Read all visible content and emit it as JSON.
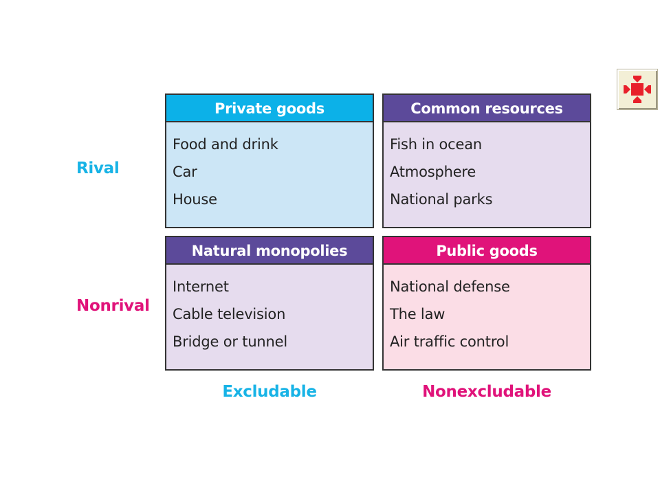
{
  "rows": [
    {
      "label": "Rival",
      "color": "#17b3e6"
    },
    {
      "label": "Nonrival",
      "color": "#e0137a"
    }
  ],
  "columns": [
    {
      "label": "Excludable",
      "color": "#17b3e6"
    },
    {
      "label": "Nonexcludable",
      "color": "#e0137a"
    }
  ],
  "quadrants": {
    "private_goods": {
      "title": "Private goods",
      "header_color": "#0cb1e8",
      "body_color": "#cce6f6",
      "items": [
        "Food and drink",
        "Car",
        "House"
      ]
    },
    "common_resources": {
      "title": "Common resources",
      "header_color": "#5c4a9a",
      "body_color": "#e6dcee",
      "items": [
        "Fish in ocean",
        "Atmosphere",
        "National parks"
      ]
    },
    "natural_monopolies": {
      "title": "Natural monopolies",
      "header_color": "#5c4a9a",
      "body_color": "#e6dcee",
      "items": [
        "Internet",
        "Cable television",
        "Bridge or tunnel"
      ]
    },
    "public_goods": {
      "title": "Public goods",
      "header_color": "#e0137a",
      "body_color": "#fbdde6",
      "items": [
        "National defense",
        "The law",
        "Air traffic control"
      ]
    }
  },
  "corner_button": {
    "icon": "arrows-inward-icon",
    "color": "#e8202a"
  }
}
